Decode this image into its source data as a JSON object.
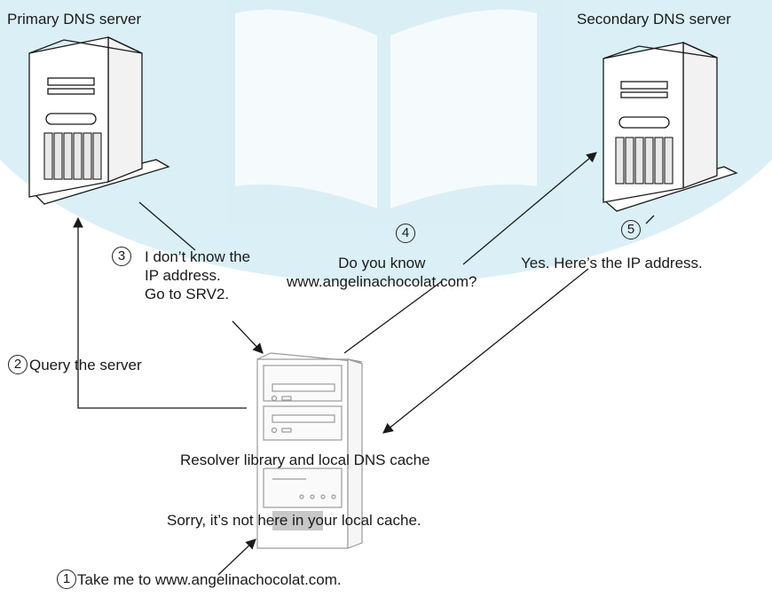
{
  "colors": {
    "watermark": "#d6eef5",
    "line": "#1a1a1a",
    "highlight": "#c8c8c8",
    "server_fill": "#ffffff"
  },
  "servers": {
    "primary": {
      "label": "Primary DNS server",
      "icon": "server-tower-icon"
    },
    "secondary": {
      "label": "Secondary DNS server",
      "icon": "server-tower-icon"
    },
    "resolver": {
      "label": "Resolver library and local DNS cache",
      "icon": "server-cabinet-icon"
    }
  },
  "steps": [
    {
      "num": "1",
      "text": "Take me to www.angelinachocolat.com."
    },
    {
      "num": "2",
      "text": "Query the server"
    },
    {
      "num": "3",
      "text": "I don’t know the\nIP address.\nGo to SRV2."
    },
    {
      "num": "4",
      "text": "Do you know\nwww.angelinachocolat.com?"
    },
    {
      "num": "5",
      "text": "Yes. Here’s the IP address."
    }
  ],
  "cache_message": "Sorry, it’s not here in your local cache."
}
